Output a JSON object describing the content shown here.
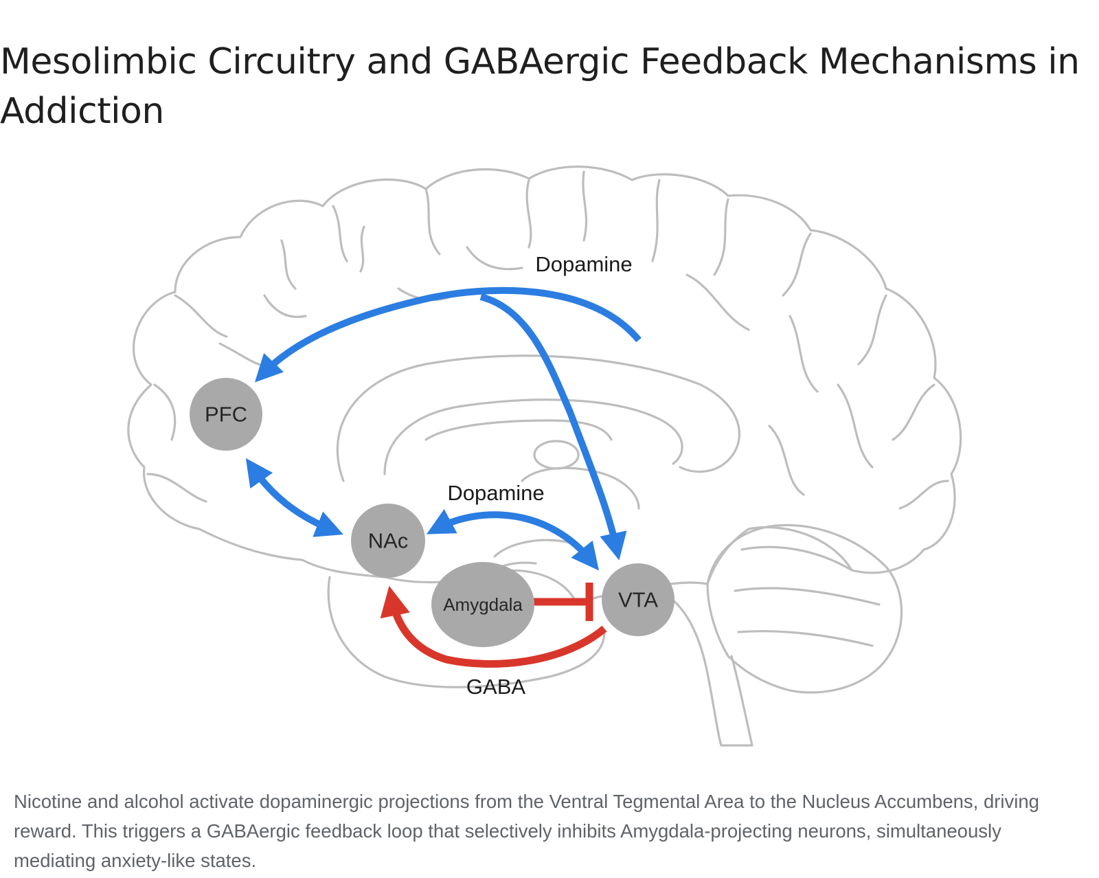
{
  "title": "Mesolimbic Circuitry and GABAergic Feedback Mechanisms in Addiction",
  "caption": "Nicotine and alcohol activate dopaminergic projections from the Ventral Tegmental Area to the Nucleus Accumbens, driving reward. This triggers a GABAergic feedback loop that selectively inhibits Amygdala-projecting neurons, simultaneously mediating anxiety-like states.",
  "diagram": {
    "nodes": {
      "pfc": "PFC",
      "nac": "NAc",
      "amygdala": "Amygdala",
      "vta": "VTA"
    },
    "edges": {
      "dopamine_cortical": "Dopamine",
      "dopamine_mesolimbic": "Dopamine",
      "gaba": "GABA"
    }
  },
  "colors": {
    "dopamine": "#2b7de1",
    "gaba": "#d9362b",
    "node": "#a9a9a9",
    "brain_fill": "#ededed",
    "brain_outline": "#bdbdbd"
  }
}
